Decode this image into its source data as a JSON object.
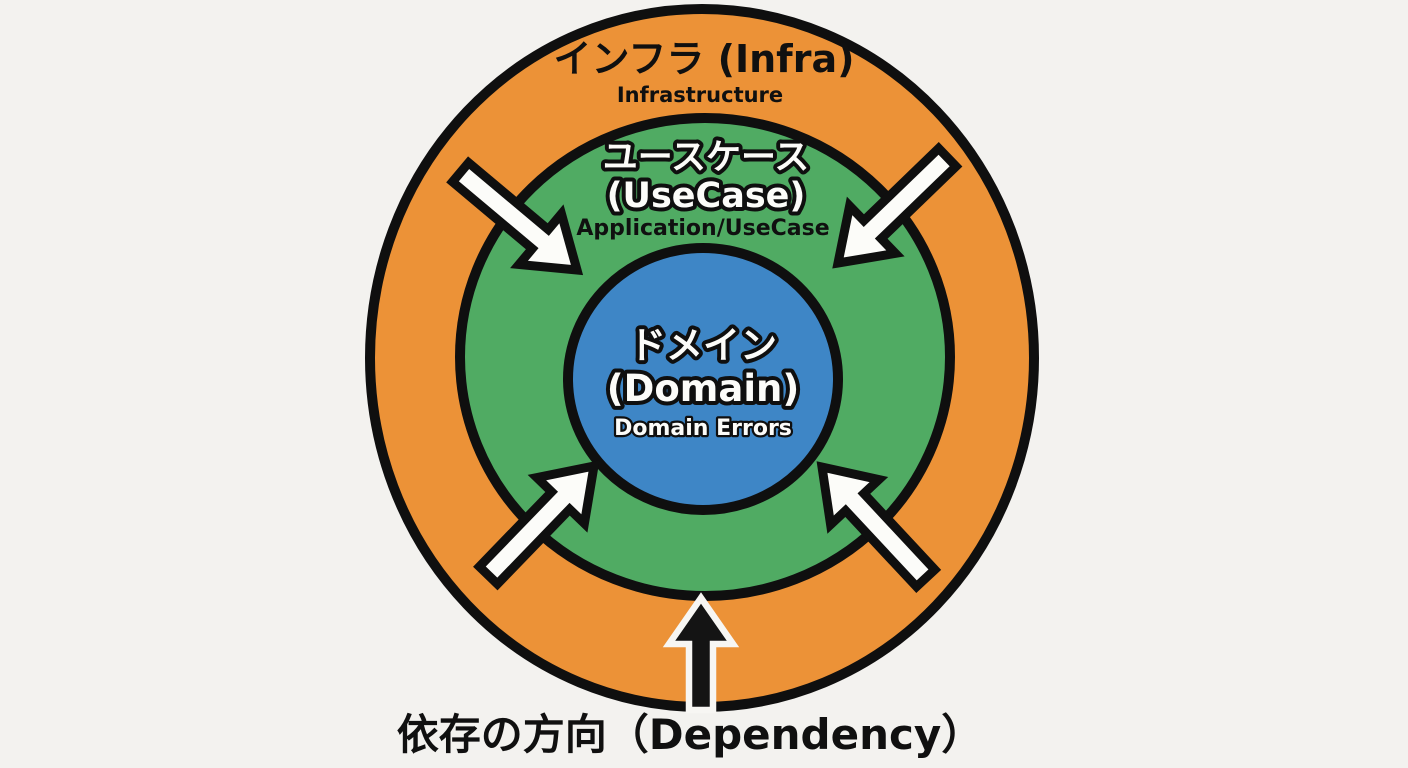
{
  "colors": {
    "background": "#F3F2EF",
    "outline_black": "#0F0F0F",
    "infra_orange": "#EC9237",
    "usecase_green": "#50AB63",
    "domain_blue": "#3E86C6",
    "arrow_white": "#FCFCF9",
    "arrow_black": "#141414"
  },
  "rings": {
    "infra": {
      "title_ja": "インフラ (Infra)",
      "subtitle_en": "Infrastructure"
    },
    "usecase": {
      "title_ja": "ユースケース",
      "title_en_paren": "(UseCase)",
      "subtitle_en": "Application/UseCase"
    },
    "domain": {
      "title_ja": "ドメイン",
      "title_en_paren": "(Domain)",
      "subtitle_en": "Domain Errors"
    }
  },
  "caption": {
    "dependency": "依存の方向（Dependency）"
  }
}
